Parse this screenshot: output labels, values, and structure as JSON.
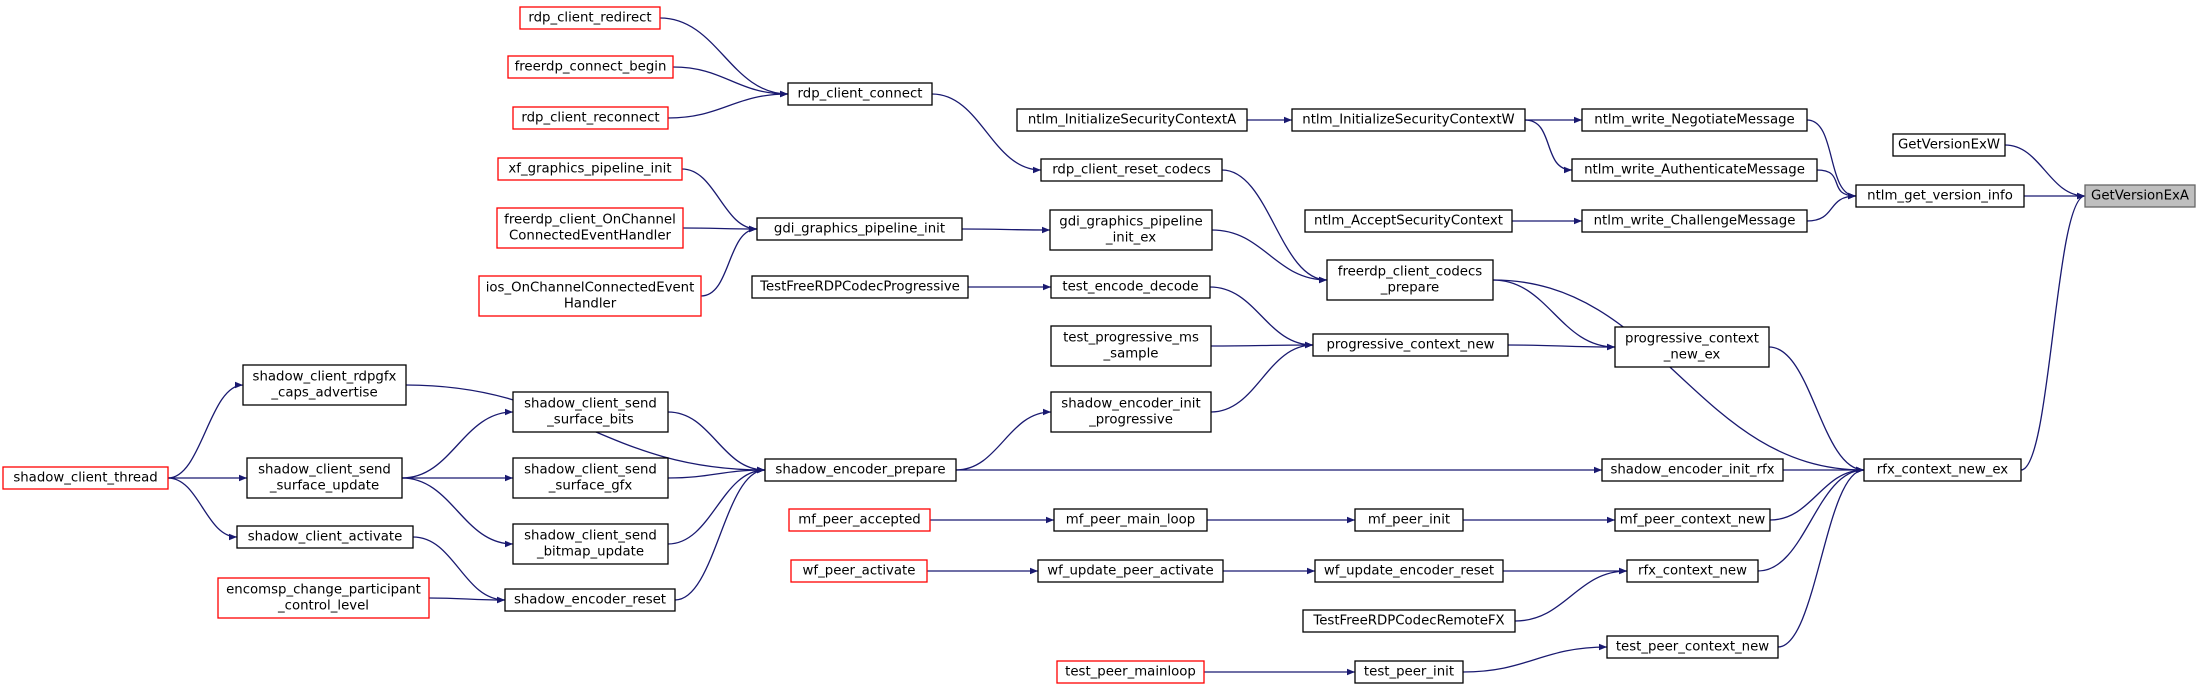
{
  "graph": {
    "title": "",
    "edge_color": "#191970",
    "focus_fill": "#bfbfbf",
    "nodes": [
      {
        "id": "getversionexa",
        "lines": [
          "GetVersionExA"
        ],
        "style": "focus"
      },
      {
        "id": "getversionexw",
        "lines": [
          "GetVersionExW"
        ],
        "style": "normal"
      },
      {
        "id": "ntlm_get_version_info",
        "lines": [
          "ntlm_get_version_info"
        ],
        "style": "normal"
      },
      {
        "id": "rfx_context_new_ex",
        "lines": [
          "rfx_context_new_ex"
        ],
        "style": "normal"
      },
      {
        "id": "ntlm_write_negotiatemessage",
        "lines": [
          "ntlm_write_NegotiateMessage"
        ],
        "style": "normal"
      },
      {
        "id": "ntlm_write_authenticatemessage",
        "lines": [
          "ntlm_write_AuthenticateMessage"
        ],
        "style": "normal"
      },
      {
        "id": "ntlm_write_challengemessage",
        "lines": [
          "ntlm_write_ChallengeMessage"
        ],
        "style": "normal"
      },
      {
        "id": "ntlm_initializesecuritycontextw",
        "lines": [
          "ntlm_InitializeSecurityContextW"
        ],
        "style": "normal"
      },
      {
        "id": "ntlm_initializesecuritycontexta",
        "lines": [
          "ntlm_InitializeSecurityContextA"
        ],
        "style": "normal"
      },
      {
        "id": "ntlm_acceptsecuritycontext",
        "lines": [
          "ntlm_AcceptSecurityContext"
        ],
        "style": "normal"
      },
      {
        "id": "freerdp_client_codecs_prepare",
        "lines": [
          "freerdp_client_codecs",
          "_prepare"
        ],
        "style": "normal"
      },
      {
        "id": "progressive_context_new_ex",
        "lines": [
          "progressive_context",
          "_new_ex"
        ],
        "style": "normal"
      },
      {
        "id": "shadow_encoder_init_rfx",
        "lines": [
          "shadow_encoder_init_rfx"
        ],
        "style": "normal"
      },
      {
        "id": "mf_peer_context_new",
        "lines": [
          "mf_peer_context_new"
        ],
        "style": "normal"
      },
      {
        "id": "rfx_context_new",
        "lines": [
          "rfx_context_new"
        ],
        "style": "normal"
      },
      {
        "id": "test_peer_context_new",
        "lines": [
          "test_peer_context_new"
        ],
        "style": "normal"
      },
      {
        "id": "rdp_client_reset_codecs",
        "lines": [
          "rdp_client_reset_codecs"
        ],
        "style": "normal"
      },
      {
        "id": "rdp_client_connect",
        "lines": [
          "rdp_client_connect"
        ],
        "style": "normal"
      },
      {
        "id": "rdp_client_redirect",
        "lines": [
          "rdp_client_redirect"
        ],
        "style": "red"
      },
      {
        "id": "freerdp_connect_begin",
        "lines": [
          "freerdp_connect_begin"
        ],
        "style": "red"
      },
      {
        "id": "rdp_client_reconnect",
        "lines": [
          "rdp_client_reconnect"
        ],
        "style": "red"
      },
      {
        "id": "gdi_graphics_pipeline_init_ex",
        "lines": [
          "gdi_graphics_pipeline",
          "_init_ex"
        ],
        "style": "normal"
      },
      {
        "id": "gdi_graphics_pipeline_init",
        "lines": [
          "gdi_graphics_pipeline_init"
        ],
        "style": "normal"
      },
      {
        "id": "xf_graphics_pipeline_init",
        "lines": [
          "xf_graphics_pipeline_init"
        ],
        "style": "red"
      },
      {
        "id": "freerdp_client_onchannelconnectedeventhandler",
        "lines": [
          "freerdp_client_OnChannel",
          "ConnectedEventHandler"
        ],
        "style": "red"
      },
      {
        "id": "ios_onchannelconnectedeventhandler",
        "lines": [
          "ios_OnChannelConnectedEvent",
          "Handler"
        ],
        "style": "red"
      },
      {
        "id": "progressive_context_new",
        "lines": [
          "progressive_context_new"
        ],
        "style": "normal"
      },
      {
        "id": "test_encode_decode",
        "lines": [
          "test_encode_decode"
        ],
        "style": "normal"
      },
      {
        "id": "testfreerdpcodecprogressive",
        "lines": [
          "TestFreeRDPCodecProgressive"
        ],
        "style": "normal"
      },
      {
        "id": "test_progressive_ms_sample",
        "lines": [
          "test_progressive_ms",
          "_sample"
        ],
        "style": "normal"
      },
      {
        "id": "shadow_encoder_init_progressive",
        "lines": [
          "shadow_encoder_init",
          "_progressive"
        ],
        "style": "normal"
      },
      {
        "id": "shadow_encoder_prepare",
        "lines": [
          "shadow_encoder_prepare"
        ],
        "style": "normal"
      },
      {
        "id": "shadow_client_rdpgfx_caps_advertise",
        "lines": [
          "shadow_client_rdpgfx",
          "_caps_advertise"
        ],
        "style": "normal"
      },
      {
        "id": "shadow_client_send_surface_bits",
        "lines": [
          "shadow_client_send",
          "_surface_bits"
        ],
        "style": "normal"
      },
      {
        "id": "shadow_client_send_surface_gfx",
        "lines": [
          "shadow_client_send",
          "_surface_gfx"
        ],
        "style": "normal"
      },
      {
        "id": "shadow_client_send_bitmap_update",
        "lines": [
          "shadow_client_send",
          "_bitmap_update"
        ],
        "style": "normal"
      },
      {
        "id": "shadow_encoder_reset",
        "lines": [
          "shadow_encoder_reset"
        ],
        "style": "normal"
      },
      {
        "id": "shadow_client_send_surface_update",
        "lines": [
          "shadow_client_send",
          "_surface_update"
        ],
        "style": "normal"
      },
      {
        "id": "shadow_client_activate",
        "lines": [
          "shadow_client_activate"
        ],
        "style": "normal"
      },
      {
        "id": "encomsp_change_participant_control_level",
        "lines": [
          "encomsp_change_participant",
          "_control_level"
        ],
        "style": "red"
      },
      {
        "id": "shadow_client_thread",
        "lines": [
          "shadow_client_thread"
        ],
        "style": "red"
      },
      {
        "id": "mf_peer_init",
        "lines": [
          "mf_peer_init"
        ],
        "style": "normal"
      },
      {
        "id": "mf_peer_main_loop",
        "lines": [
          "mf_peer_main_loop"
        ],
        "style": "normal"
      },
      {
        "id": "mf_peer_accepted",
        "lines": [
          "mf_peer_accepted"
        ],
        "style": "red"
      },
      {
        "id": "wf_update_encoder_reset",
        "lines": [
          "wf_update_encoder_reset"
        ],
        "style": "normal"
      },
      {
        "id": "wf_update_peer_activate",
        "lines": [
          "wf_update_peer_activate"
        ],
        "style": "normal"
      },
      {
        "id": "wf_peer_activate",
        "lines": [
          "wf_peer_activate"
        ],
        "style": "red"
      },
      {
        "id": "testfreerdpcodecremotefx",
        "lines": [
          "TestFreeRDPCodecRemoteFX"
        ],
        "style": "normal"
      },
      {
        "id": "test_peer_init",
        "lines": [
          "test_peer_init"
        ],
        "style": "normal"
      },
      {
        "id": "test_peer_mainloop",
        "lines": [
          "test_peer_mainloop"
        ],
        "style": "red"
      }
    ],
    "edges": [
      {
        "from": "getversionexw",
        "to": "getversionexa"
      },
      {
        "from": "ntlm_get_version_info",
        "to": "getversionexa"
      },
      {
        "from": "rfx_context_new_ex",
        "to": "getversionexa"
      },
      {
        "from": "ntlm_write_negotiatemessage",
        "to": "ntlm_get_version_info"
      },
      {
        "from": "ntlm_write_authenticatemessage",
        "to": "ntlm_get_version_info"
      },
      {
        "from": "ntlm_write_challengemessage",
        "to": "ntlm_get_version_info"
      },
      {
        "from": "ntlm_initializesecuritycontextw",
        "to": "ntlm_write_negotiatemessage"
      },
      {
        "from": "ntlm_initializesecuritycontextw",
        "to": "ntlm_write_authenticatemessage"
      },
      {
        "from": "ntlm_initializesecuritycontexta",
        "to": "ntlm_initializesecuritycontextw"
      },
      {
        "from": "ntlm_acceptsecuritycontext",
        "to": "ntlm_write_challengemessage"
      },
      {
        "from": "freerdp_client_codecs_prepare",
        "to": "rfx_context_new_ex"
      },
      {
        "from": "progressive_context_new_ex",
        "to": "rfx_context_new_ex"
      },
      {
        "from": "shadow_encoder_init_rfx",
        "to": "rfx_context_new_ex"
      },
      {
        "from": "mf_peer_context_new",
        "to": "rfx_context_new_ex"
      },
      {
        "from": "rfx_context_new",
        "to": "rfx_context_new_ex"
      },
      {
        "from": "test_peer_context_new",
        "to": "rfx_context_new_ex"
      },
      {
        "from": "freerdp_client_codecs_prepare",
        "to": "progressive_context_new_ex"
      },
      {
        "from": "progressive_context_new",
        "to": "progressive_context_new_ex"
      },
      {
        "from": "rdp_client_reset_codecs",
        "to": "freerdp_client_codecs_prepare"
      },
      {
        "from": "gdi_graphics_pipeline_init_ex",
        "to": "freerdp_client_codecs_prepare"
      },
      {
        "from": "rdp_client_connect",
        "to": "rdp_client_reset_codecs"
      },
      {
        "from": "rdp_client_redirect",
        "to": "rdp_client_connect"
      },
      {
        "from": "freerdp_connect_begin",
        "to": "rdp_client_connect"
      },
      {
        "from": "rdp_client_reconnect",
        "to": "rdp_client_connect"
      },
      {
        "from": "gdi_graphics_pipeline_init",
        "to": "gdi_graphics_pipeline_init_ex"
      },
      {
        "from": "xf_graphics_pipeline_init",
        "to": "gdi_graphics_pipeline_init"
      },
      {
        "from": "freerdp_client_onchannelconnectedeventhandler",
        "to": "gdi_graphics_pipeline_init"
      },
      {
        "from": "ios_onchannelconnectedeventhandler",
        "to": "gdi_graphics_pipeline_init"
      },
      {
        "from": "test_encode_decode",
        "to": "progressive_context_new"
      },
      {
        "from": "test_progressive_ms_sample",
        "to": "progressive_context_new"
      },
      {
        "from": "shadow_encoder_init_progressive",
        "to": "progressive_context_new"
      },
      {
        "from": "testfreerdpcodecprogressive",
        "to": "test_encode_decode"
      },
      {
        "from": "shadow_encoder_prepare",
        "to": "shadow_encoder_init_progressive"
      },
      {
        "from": "shadow_encoder_prepare",
        "to": "shadow_encoder_init_rfx"
      },
      {
        "from": "shadow_client_rdpgfx_caps_advertise",
        "to": "shadow_encoder_prepare"
      },
      {
        "from": "shadow_client_send_surface_bits",
        "to": "shadow_encoder_prepare"
      },
      {
        "from": "shadow_client_send_surface_gfx",
        "to": "shadow_encoder_prepare"
      },
      {
        "from": "shadow_client_send_bitmap_update",
        "to": "shadow_encoder_prepare"
      },
      {
        "from": "shadow_encoder_reset",
        "to": "shadow_encoder_prepare"
      },
      {
        "from": "shadow_client_thread",
        "to": "shadow_client_rdpgfx_caps_advertise"
      },
      {
        "from": "shadow_client_send_surface_update",
        "to": "shadow_client_send_surface_bits"
      },
      {
        "from": "shadow_client_send_surface_update",
        "to": "shadow_client_send_surface_gfx"
      },
      {
        "from": "shadow_client_send_surface_update",
        "to": "shadow_client_send_bitmap_update"
      },
      {
        "from": "shadow_client_thread",
        "to": "shadow_client_send_surface_update"
      },
      {
        "from": "shadow_client_thread",
        "to": "shadow_client_activate"
      },
      {
        "from": "shadow_client_activate",
        "to": "shadow_encoder_reset"
      },
      {
        "from": "encomsp_change_participant_control_level",
        "to": "shadow_encoder_reset"
      },
      {
        "from": "mf_peer_init",
        "to": "mf_peer_context_new"
      },
      {
        "from": "mf_peer_main_loop",
        "to": "mf_peer_init"
      },
      {
        "from": "mf_peer_accepted",
        "to": "mf_peer_main_loop"
      },
      {
        "from": "wf_update_encoder_reset",
        "to": "rfx_context_new"
      },
      {
        "from": "testfreerdpcodecremotefx",
        "to": "rfx_context_new"
      },
      {
        "from": "wf_update_peer_activate",
        "to": "wf_update_encoder_reset"
      },
      {
        "from": "wf_peer_activate",
        "to": "wf_update_peer_activate"
      },
      {
        "from": "test_peer_init",
        "to": "test_peer_context_new"
      },
      {
        "from": "test_peer_mainloop",
        "to": "test_peer_init"
      }
    ]
  }
}
